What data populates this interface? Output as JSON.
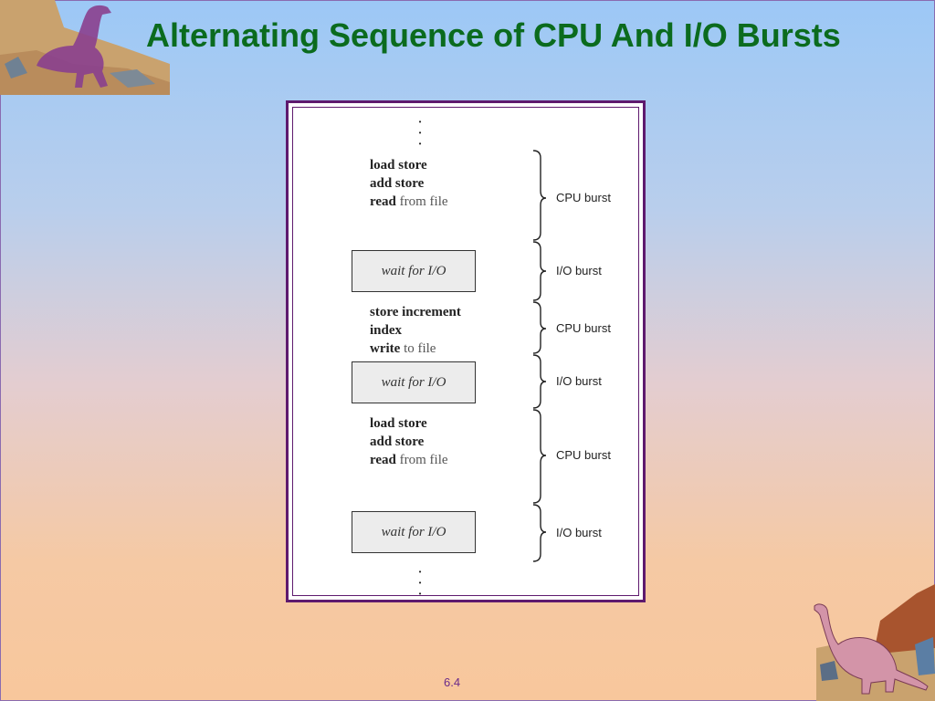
{
  "title": "Alternating Sequence of CPU And I/O Bursts",
  "page_number": "6.4",
  "diagram": {
    "blocks": [
      {
        "type": "cpu",
        "lines": [
          {
            "bold": "load store",
            "plain": ""
          },
          {
            "bold": "add store",
            "plain": ""
          },
          {
            "bold": "read",
            "plain": " from file"
          }
        ]
      },
      {
        "type": "io",
        "label": "wait for I/O"
      },
      {
        "type": "cpu",
        "lines": [
          {
            "bold": "store increment",
            "plain": ""
          },
          {
            "bold": "index",
            "plain": ""
          },
          {
            "bold": "write",
            "plain": " to file"
          }
        ]
      },
      {
        "type": "io",
        "label": "wait for I/O"
      },
      {
        "type": "cpu",
        "lines": [
          {
            "bold": "load store",
            "plain": ""
          },
          {
            "bold": "add store",
            "plain": ""
          },
          {
            "bold": "read",
            "plain": " from file"
          }
        ]
      },
      {
        "type": "io",
        "label": "wait for I/O"
      }
    ],
    "burst_labels": [
      "CPU burst",
      "I/O burst",
      "CPU burst",
      "I/O burst",
      "CPU burst",
      "I/O burst"
    ]
  },
  "colors": {
    "title": "#0b6b1e",
    "frame": "#5e1a6e",
    "page_number": "#6a2a8a"
  }
}
